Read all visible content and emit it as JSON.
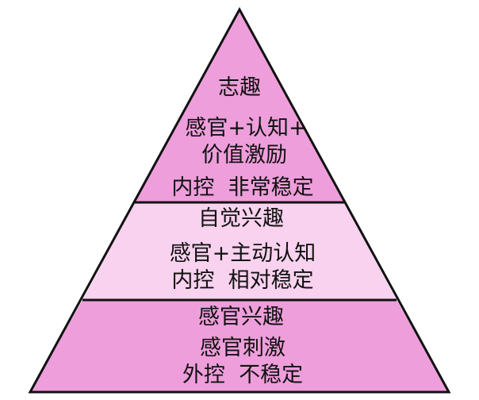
{
  "pyramid": {
    "levels": [
      {
        "lines": [
          "志趣",
          "感官+认知+",
          "价值激励",
          "内控  非常稳定"
        ],
        "fill": "#ee9edb"
      },
      {
        "lines": [
          "自觉兴趣",
          "感官+主动认知",
          "内控  相对稳定"
        ],
        "fill": "#f8d2ee"
      },
      {
        "lines": [
          "感官兴趣",
          "感官刺激",
          "外控  不稳定"
        ],
        "fill": "#ee9edb"
      }
    ],
    "outline_color": "#111111"
  }
}
